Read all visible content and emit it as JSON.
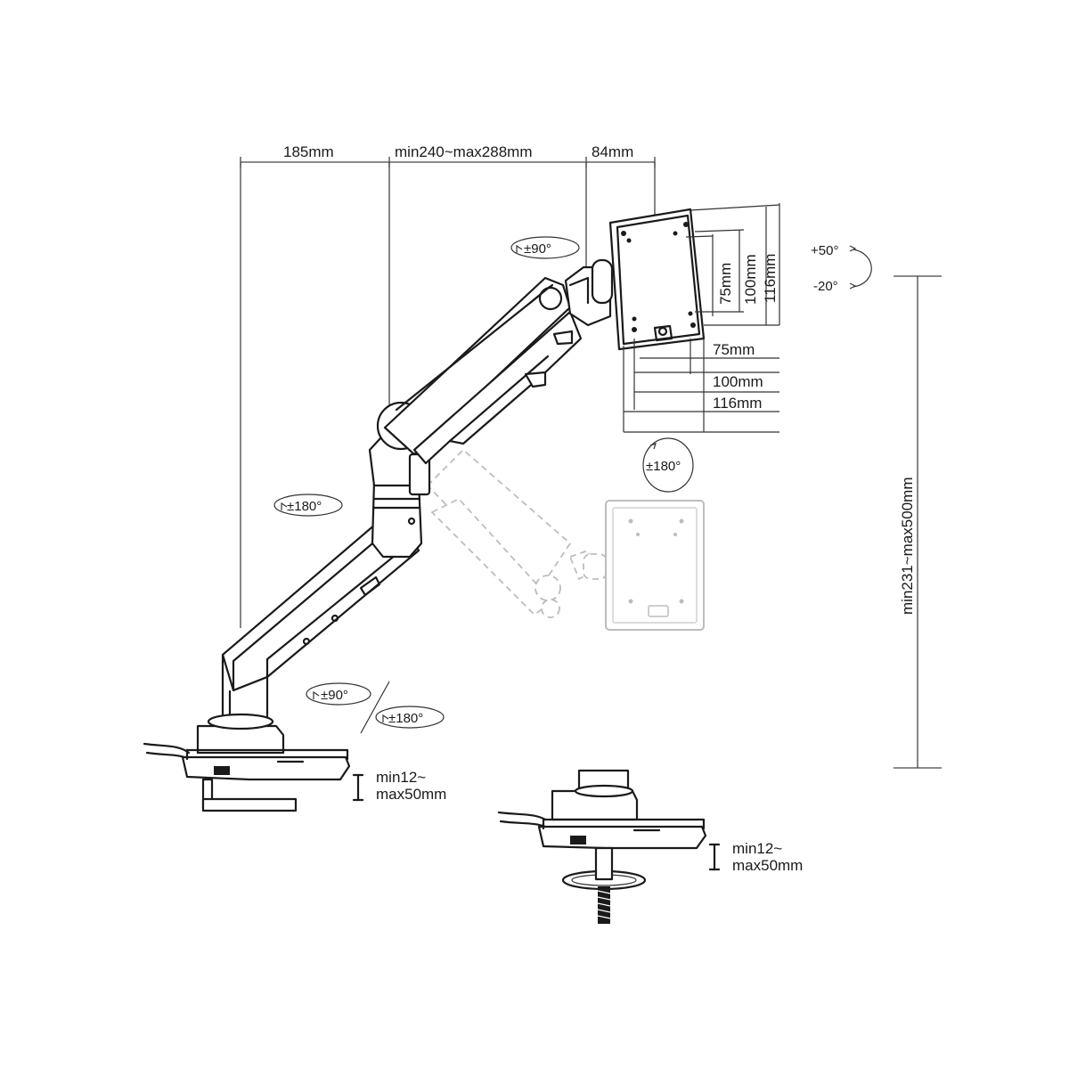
{
  "dimensions": {
    "top_left": "185mm",
    "top_middle": "min240~max288mm",
    "top_right": "84mm",
    "height_range": "min231~max500mm"
  },
  "vesa": {
    "horizontal": [
      "75mm",
      "100mm",
      "116mm"
    ],
    "vertical": [
      "75mm",
      "100mm",
      "116mm"
    ]
  },
  "rotations": {
    "monitor_swivel": "±90°",
    "tilt_up": "+50°",
    "tilt_down": "-20°",
    "monitor_rotate": "±180°",
    "elbow": "±180°",
    "base_left": "±90°",
    "base_right": "±180°"
  },
  "clamp": {
    "left_line1": "min12~",
    "left_line2": "max50mm",
    "right_line1": "min12~",
    "right_line2": "max50mm"
  }
}
